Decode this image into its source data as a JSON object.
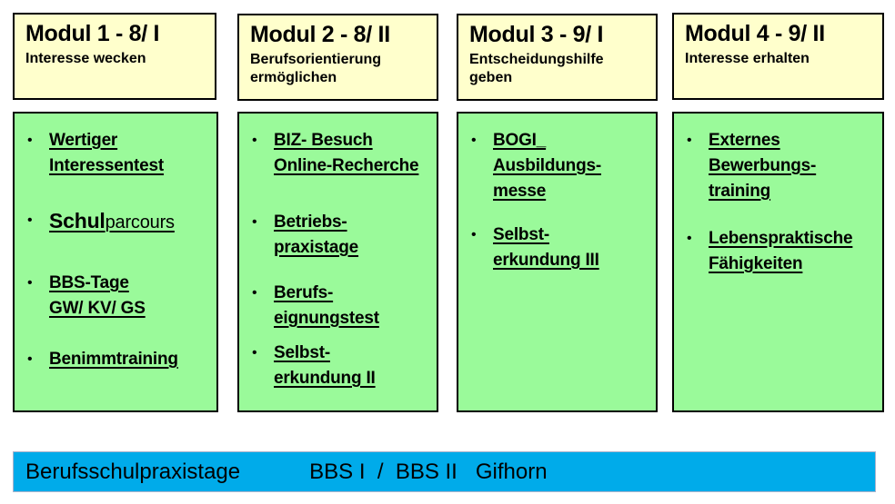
{
  "slide": {
    "bullet_char": "•",
    "colors": {
      "header_bg": "#FFFFCC",
      "body_bg": "#9AFA9A",
      "footer_bg": "#00ABEA",
      "border": "#000000",
      "text": "#000000"
    },
    "columns": [
      {
        "title": "Modul 1 - 8/ I",
        "subtitle": "Interesse wecken",
        "items": [
          {
            "lines": [
              "Wertiger",
              "Interessentest"
            ]
          },
          {
            "lead": "Schul",
            "rest": "parcours"
          },
          {
            "lines": [
              "BBS-Tage",
              "GW/ KV/ GS"
            ]
          },
          {
            "lines": [
              "Benimmtraining"
            ]
          }
        ]
      },
      {
        "title": "Modul 2 - 8/ II",
        "subtitle": "Berufsorientierung ermöglichen",
        "items": [
          {
            "lines": [
              "BIZ- Besuch",
              "Online-Recherche"
            ]
          },
          {
            "lines": [
              "Betriebs-",
              "praxistage"
            ]
          },
          {
            "lines": [
              "Berufs-",
              "eignungstest"
            ]
          },
          {
            "lines": [
              "Selbst-",
              "erkundung II"
            ]
          }
        ]
      },
      {
        "title": "Modul 3 - 9/ I",
        "subtitle": "Entscheidungshilfe geben",
        "items": [
          {
            "lines": [
              "BOGI_",
              "Ausbildungs-",
              "messe"
            ]
          },
          {
            "lines": [
              "Selbst-",
              "erkundung III"
            ]
          }
        ]
      },
      {
        "title": "Modul 4 - 9/ II",
        "subtitle": "Interesse erhalten",
        "items": [
          {
            "lines": [
              "Externes",
              "Bewerbungs-",
              "training"
            ]
          },
          {
            "lines": [
              "Lebenspraktische",
              "Fähigkeiten"
            ]
          }
        ]
      }
    ],
    "footer": {
      "left": "Berufsschulpraxistage",
      "right": "BBS I  /  BBS II   Gifhorn"
    }
  }
}
